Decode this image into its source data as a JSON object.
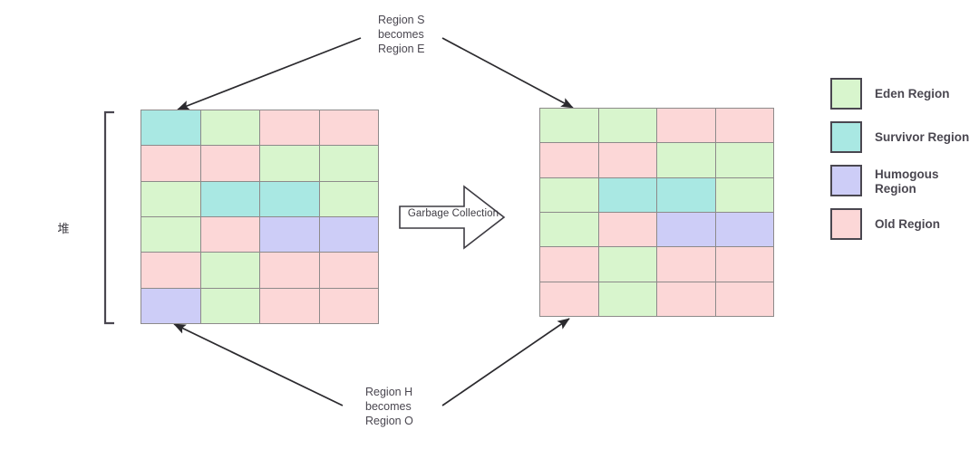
{
  "diagram": {
    "title_chinese_heap_label": "堆",
    "gc_arrow_label": "Garbage Collection",
    "annotation_top": "Region S\nbecomes\nRegion E",
    "annotation_bottom": "Region H\nbecomes\nRegion O"
  },
  "colors": {
    "eden": "#d8f5cd",
    "survivor": "#a9e8e3",
    "humongous": "#cdcdf7",
    "old": "#fcd7d7",
    "cell_border": "#8d8a8a",
    "stroke": "#3d3b42",
    "text": "#4a4750",
    "background": "#ffffff"
  },
  "legend": {
    "items": [
      {
        "key": "eden",
        "label": "Eden Region",
        "color": "#d8f5cd"
      },
      {
        "key": "survivor",
        "label": "Survivor Region",
        "color": "#a9e8e3"
      },
      {
        "key": "humongous",
        "label": "Humogous\nRegion",
        "color": "#cdcdf7"
      },
      {
        "key": "old",
        "label": "Old Region",
        "color": "#fcd7d7"
      }
    ]
  },
  "grids": {
    "before": {
      "name": "heap-before-gc",
      "rows": 6,
      "cols": 4,
      "cells": [
        [
          "survivor",
          "eden",
          "old",
          "old"
        ],
        [
          "old",
          "old",
          "eden",
          "eden"
        ],
        [
          "eden",
          "survivor",
          "survivor",
          "eden"
        ],
        [
          "eden",
          "old",
          "humongous",
          "humongous"
        ],
        [
          "old",
          "eden",
          "old",
          "old"
        ],
        [
          "humongous",
          "eden",
          "old",
          "old"
        ]
      ]
    },
    "after": {
      "name": "heap-after-gc",
      "rows": 6,
      "cols": 4,
      "cells": [
        [
          "eden",
          "eden",
          "old",
          "old"
        ],
        [
          "old",
          "old",
          "eden",
          "eden"
        ],
        [
          "eden",
          "survivor",
          "survivor",
          "eden"
        ],
        [
          "eden",
          "old",
          "humongous",
          "humongous"
        ],
        [
          "old",
          "eden",
          "old",
          "old"
        ],
        [
          "old",
          "eden",
          "old",
          "old"
        ]
      ]
    }
  }
}
